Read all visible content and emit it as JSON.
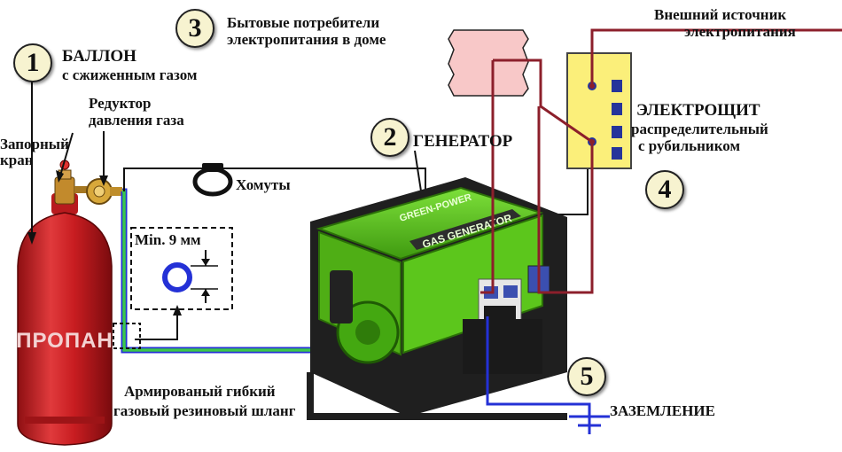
{
  "badges": [
    "1",
    "2",
    "3",
    "4",
    "5"
  ],
  "labels": {
    "balloon_title": "БАЛЛОН",
    "balloon_sub": "с сжиженным газом",
    "reducer_1": "Редуктор",
    "reducer_2": "давления газа",
    "valve_1": "Запорный",
    "valve_2": "кран",
    "clamps": "Хомуты",
    "min_diameter": "Min. 9 мм",
    "hose_1": "Армированый гибкий",
    "hose_2": "газовый резиновый шланг",
    "consumers_1": "Бытовые потребители",
    "consumers_2": "электропитания в доме",
    "external_1": "Внешний источник",
    "external_2": "электропитания",
    "generator": "ГЕНЕРАТОР",
    "panel_1": "ЭЛЕКТРОЩИТ",
    "panel_2": "распределительный",
    "panel_3": "с рубильником",
    "ground": "ЗАЗЕМЛЕНИЕ",
    "cylinder_text": "ПРОПАН",
    "generator_brand": "GREEN-POWER",
    "generator_type": "GAS GENERATOR"
  },
  "colors": {
    "cylinder": "#d9262a",
    "generator": "#5fc91e",
    "panel": "#fbef7a",
    "consumers": "#f8c8c8",
    "wire": "#8c1f2b",
    "hose": "#2bb34a",
    "ground_wire": "#2431d6"
  }
}
